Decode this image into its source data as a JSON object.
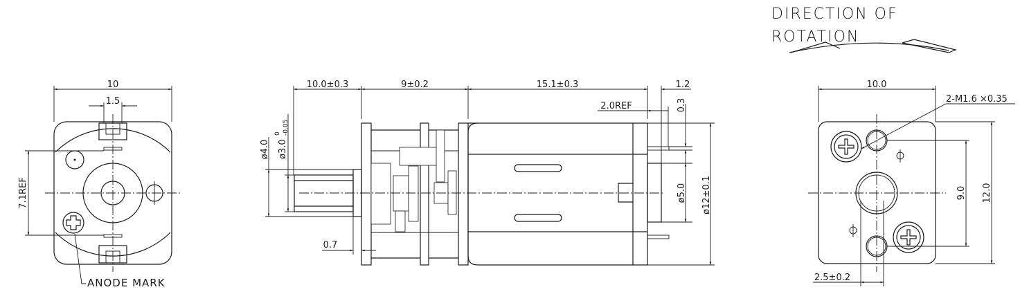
{
  "drawing": {
    "title_line1": "DIRECTION OF",
    "title_line2": "ROTATION",
    "front_view": {
      "width_dim": "10",
      "tab_dim": "1.5",
      "height_ref_dim": "7.1REF",
      "anode_label": "ANODE MARK"
    },
    "side_view": {
      "shaft_length_dim": "10.0±0.3",
      "gearbox_length_dim": "9±0.2",
      "motor_length_dim": "15.1±0.3",
      "end_dim": "1.2",
      "ref_dim": "2.0REF",
      "terminal_dim": "0.3",
      "shaft_outer_dim": "ø4.0",
      "shaft_inner_dim": "ø3.0",
      "shaft_inner_tol_upper": "0",
      "shaft_inner_tol_lower": "-0.05",
      "boss_dim": "ø5.0",
      "body_dia_dim": "ø12±0.1",
      "flange_gap_dim": "0.7"
    },
    "rear_view": {
      "width_dim": "10.0",
      "thread_callout": "2-M1.6 ×0.35",
      "hole_spacing_dim": "9.0",
      "height_dim": "12.0",
      "offset_dim": "2.5±0.2"
    }
  }
}
